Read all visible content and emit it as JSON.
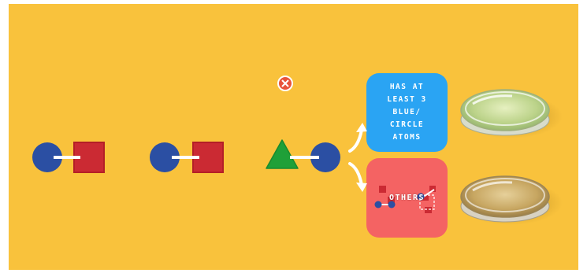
{
  "colors": {
    "background": "#f9c23c",
    "blue_circle": "#2b4fa3",
    "red_square": "#cb2a33",
    "green_triangle": "#1fa038",
    "bond": "#ffffff",
    "card_blue": "#2aa4f3",
    "card_red": "#f46363",
    "close_button": "#e8533c"
  },
  "molecules": [
    {
      "atoms": [
        "blue-circle",
        "red-square"
      ]
    },
    {
      "atoms": [
        "blue-circle",
        "red-square"
      ]
    },
    {
      "atoms": [
        "green-triangle",
        "blue-circle"
      ]
    }
  ],
  "rules": {
    "has_atoms_lines": [
      "Has at",
      "least 3",
      "blue/",
      "circle",
      "atoms"
    ],
    "others_label": "Others"
  },
  "dishes": [
    {
      "state": "green culture",
      "icon": "petri-dish-icon"
    },
    {
      "state": "brown culture",
      "icon": "petri-dish-icon"
    }
  ],
  "icons": {
    "close": "close-icon",
    "arrow_up": "curved-arrow-up-icon",
    "arrow_down": "curved-arrow-down-icon"
  }
}
